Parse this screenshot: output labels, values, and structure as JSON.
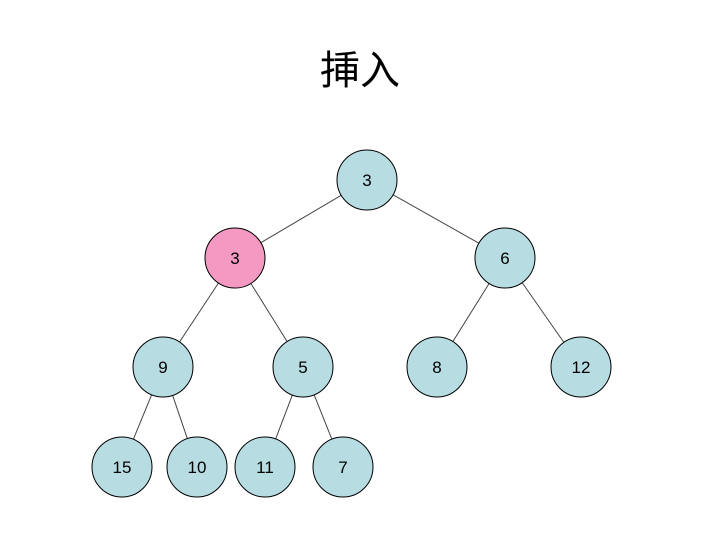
{
  "title": "挿入",
  "colors": {
    "node_fill": "#b7dde3",
    "highlight_fill": "#f49ac2",
    "stroke": "#000000",
    "edge": "#444444"
  },
  "tree": {
    "nodes": [
      {
        "id": "n0",
        "label": "3",
        "highlight": false
      },
      {
        "id": "n1",
        "label": "3",
        "highlight": true
      },
      {
        "id": "n2",
        "label": "6",
        "highlight": false
      },
      {
        "id": "n3",
        "label": "9",
        "highlight": false
      },
      {
        "id": "n4",
        "label": "5",
        "highlight": false
      },
      {
        "id": "n5",
        "label": "8",
        "highlight": false
      },
      {
        "id": "n6",
        "label": "12",
        "highlight": false
      },
      {
        "id": "n7",
        "label": "15",
        "highlight": false
      },
      {
        "id": "n8",
        "label": "10",
        "highlight": false
      },
      {
        "id": "n9",
        "label": "11",
        "highlight": false
      },
      {
        "id": "n10",
        "label": "7",
        "highlight": false
      }
    ],
    "edges": [
      [
        "n0",
        "n1"
      ],
      [
        "n0",
        "n2"
      ],
      [
        "n1",
        "n3"
      ],
      [
        "n1",
        "n4"
      ],
      [
        "n2",
        "n5"
      ],
      [
        "n2",
        "n6"
      ],
      [
        "n3",
        "n7"
      ],
      [
        "n3",
        "n8"
      ],
      [
        "n4",
        "n9"
      ],
      [
        "n4",
        "n10"
      ]
    ]
  }
}
